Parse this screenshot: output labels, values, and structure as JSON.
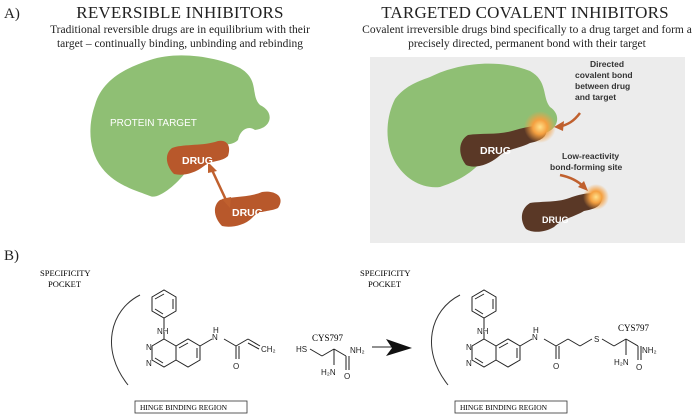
{
  "panel_a": {
    "label": "A)",
    "reversible": {
      "title": "REVERSIBLE INHIBITORS",
      "description_line1": "Traditional reversible drugs are in equilibrium with their",
      "description_line2": "target – continually binding, unbinding and rebinding",
      "protein_label": "PROTEIN TARGET",
      "drug_bound_label": "DRUG",
      "drug_free_label": "DRUG"
    },
    "covalent": {
      "title": "TARGETED COVALENT INHIBITORS",
      "description_line1": "Covalent irreversible drugs bind specifically to a drug target and form a",
      "description_line2": "precisely directed, permanent bond with their target",
      "drug_bound_label": "DRUG",
      "drug_free_label": "DRUG",
      "callout_bond_line1": "Directed",
      "callout_bond_line2": "covalent bond",
      "callout_bond_line3": "between drug",
      "callout_bond_line4": "and target",
      "callout_site_line1": "Low-reactivity",
      "callout_site_line2": "bond-forming site"
    }
  },
  "panel_b": {
    "label": "B)",
    "pocket_left_line1": "SPECIFICITY",
    "pocket_left_line2": "POCKET",
    "pocket_right_line1": "SPECIFICITY",
    "pocket_right_line2": "POCKET",
    "cys_label": "CYS797",
    "cys_label_product": "CYS797",
    "hinge_left": "HINGE BINDING REGION",
    "hinge_right": "HINGE BINDING REGION",
    "atoms": {
      "n": "N",
      "nh": "NH",
      "h": "H",
      "o": "O",
      "s": "S",
      "hs": "HS",
      "nh2": "NH₂",
      "h2n": "H₂N",
      "ch2": "CH₂"
    }
  },
  "colors": {
    "protein_green": "#8fbf74",
    "drug_orange": "#b8582b",
    "drug_dark": "#5a3826",
    "arrow_orange": "#c0602e",
    "glow": "#f5a040",
    "panel_gray": "#ececec"
  }
}
